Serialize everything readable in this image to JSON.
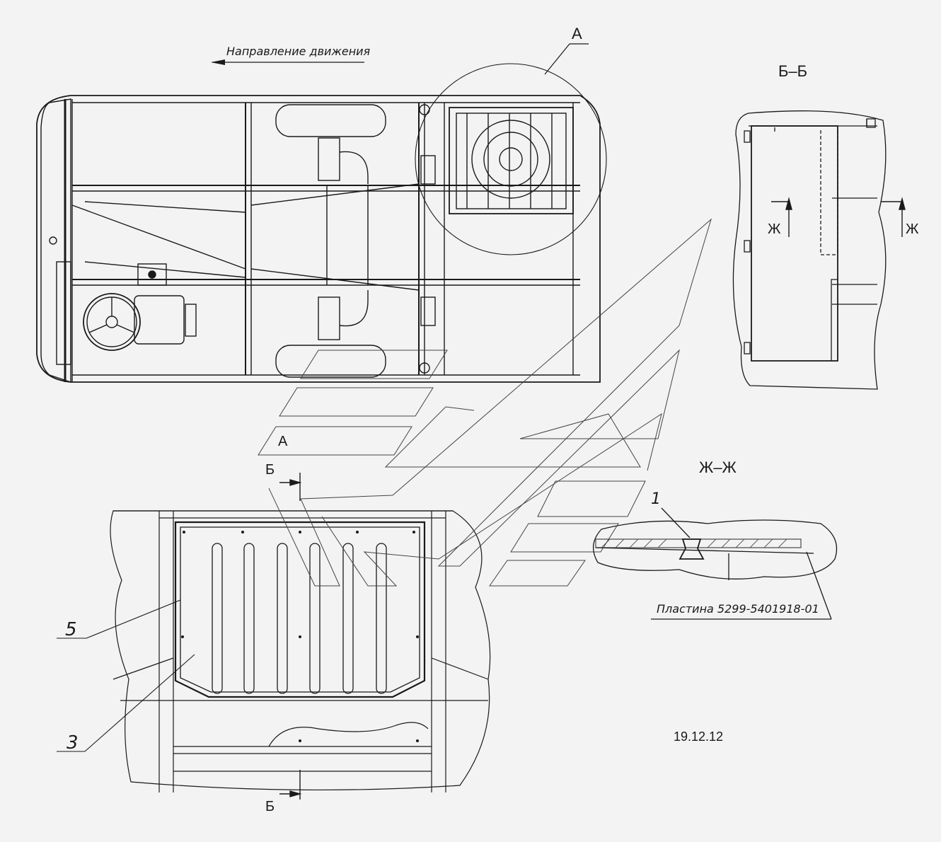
{
  "labels": {
    "direction": "Направление движения",
    "view_a_top": "А",
    "view_a_bottom": "А",
    "section_bb": "Б–Б",
    "section_zz": "Ж–Ж",
    "cut_b_top": "Б",
    "cut_b_bottom": "Б",
    "cut_z_left": "Ж",
    "cut_z_right": "Ж",
    "callout_1": "1",
    "callout_3": "3",
    "callout_5": "5",
    "plate": "Пластина 5299-5401918-01",
    "date": "19.12.12"
  },
  "colors": {
    "line": "#1a1a1a",
    "background": "#f3f3f3",
    "hatch": "#555555"
  }
}
